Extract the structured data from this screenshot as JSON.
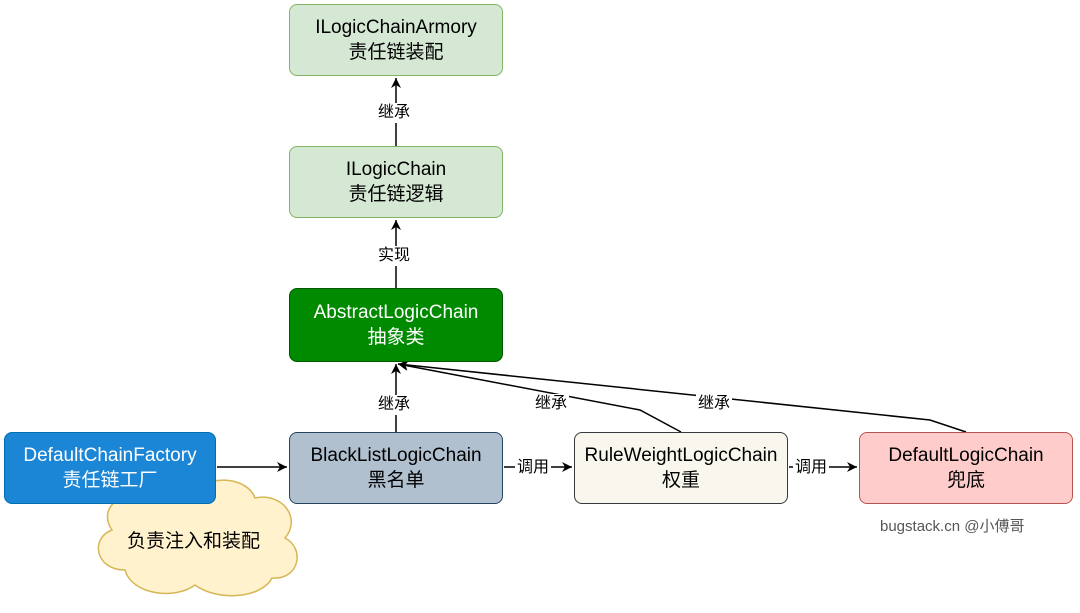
{
  "nodes": {
    "armory": {
      "name": "ILogicChainArmory",
      "desc": "责任链装配",
      "fill": "#d5e8d4",
      "stroke": "#82b366",
      "text": "#000000"
    },
    "chain": {
      "name": "ILogicChain",
      "desc": "责任链逻辑",
      "fill": "#d5e8d4",
      "stroke": "#82b366",
      "text": "#000000"
    },
    "abstract": {
      "name": "AbstractLogicChain",
      "desc": "抽象类",
      "fill": "#008a00",
      "stroke": "#005700",
      "text": "#ffffff"
    },
    "factory": {
      "name": "DefaultChainFactory",
      "desc": "责任链工厂",
      "fill": "#1b85d6",
      "stroke": "#006eaf",
      "text": "#ffffff"
    },
    "blacklist": {
      "name": "BlackListLogicChain",
      "desc": "黑名单",
      "fill": "#b0c0cf",
      "stroke": "#23445d",
      "text": "#000000"
    },
    "weight": {
      "name": "RuleWeightLogicChain",
      "desc": "权重",
      "fill": "#f9f7ed",
      "stroke": "#36393d",
      "text": "#000000"
    },
    "default": {
      "name": "DefaultLogicChain",
      "desc": "兜底",
      "fill": "#ffcccc",
      "stroke": "#b85450",
      "text": "#000000"
    }
  },
  "edges": {
    "chain_to_armory": "继承",
    "abstract_to_chain": "实现",
    "blacklist_to_abstract": "继承",
    "weight_to_abstract": "继承",
    "default_to_abstract": "继承",
    "blacklist_to_weight": "调用",
    "weight_to_default": "调用"
  },
  "cloud": {
    "text": "负责注入和装配",
    "fill": "#fff2cc",
    "stroke": "#d6b656"
  },
  "watermark": "bugstack.cn @小傅哥"
}
